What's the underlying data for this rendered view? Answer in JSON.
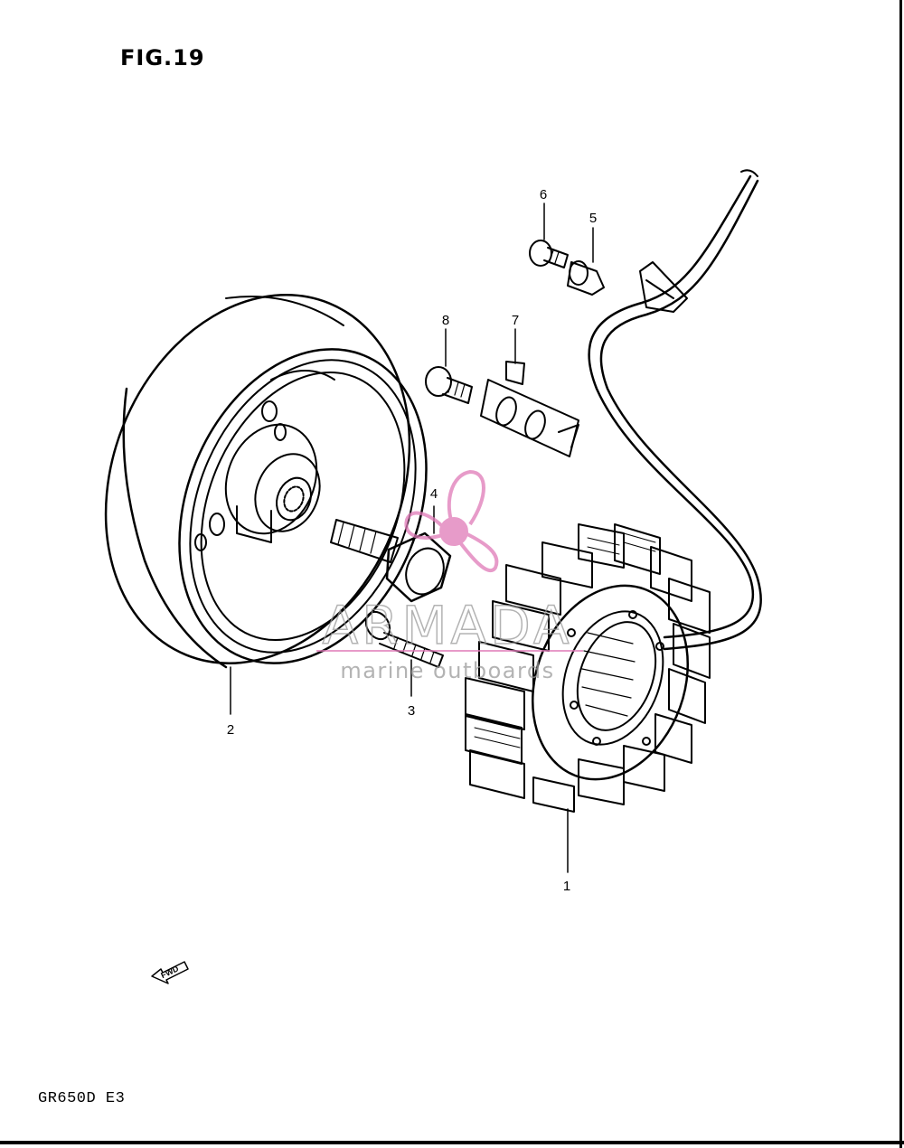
{
  "figure": {
    "title": "FIG.19",
    "model": "GR650D E3"
  },
  "callouts": [
    {
      "id": "1",
      "part": "stator-coil"
    },
    {
      "id": "2",
      "part": "rotor-flywheel"
    },
    {
      "id": "3",
      "part": "stator-screw"
    },
    {
      "id": "4",
      "part": "rotor-bolt"
    },
    {
      "id": "5",
      "part": "lead-wire-clamp"
    },
    {
      "id": "6",
      "part": "clamp-screw"
    },
    {
      "id": "7",
      "part": "lead-wire-guide"
    },
    {
      "id": "8",
      "part": "guide-bolt"
    }
  ],
  "fwd_marker": {
    "label": "FWD",
    "icon": "fwd-arrow-icon"
  },
  "watermark": {
    "brand": "ARMADA",
    "tagline": "marine outboards",
    "color": "#e07ab8",
    "icon": "propeller-logo-icon"
  }
}
